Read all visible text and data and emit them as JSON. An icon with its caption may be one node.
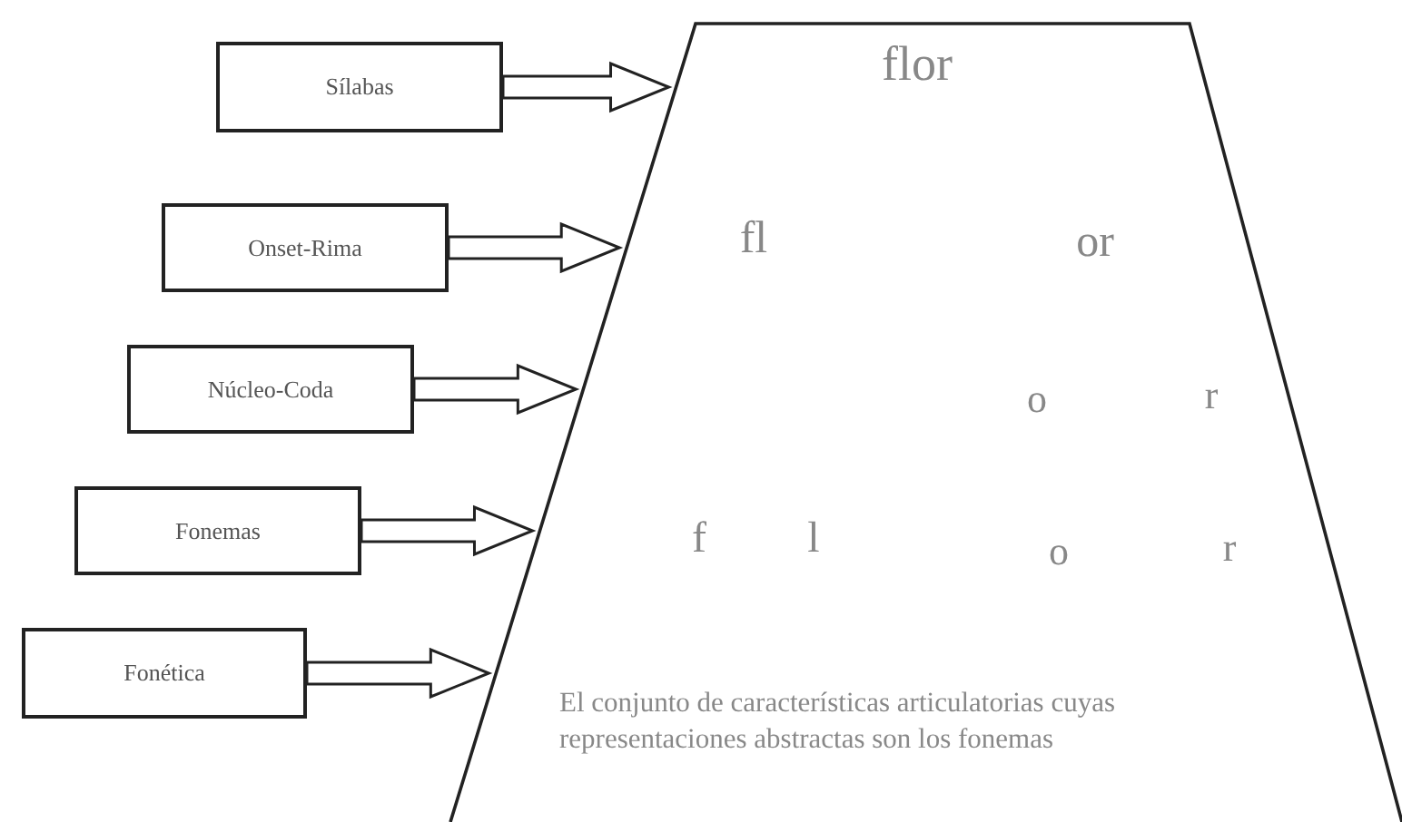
{
  "diagram": {
    "nodes": [
      {
        "text": [
          "Sílabas"
        ]
      },
      {
        "text": [
          "Onset-Rima"
        ]
      },
      {
        "text": [
          "Núcleo-Coda"
        ]
      },
      {
        "text": [
          "Fonemas"
        ]
      },
      {
        "text": [
          "Fonética"
        ]
      },
      {
        "text": [
          "flor",
          "fl",
          "or",
          "o",
          "r",
          "f",
          "l",
          "o",
          "r",
          "El conjunto de características articulatorias cuyas representaciones abstractas son los fonemas"
        ]
      }
    ],
    "edges": [
      {
        "from": 0,
        "to": 5,
        "arrow": "to"
      },
      {
        "from": 1,
        "to": 5,
        "arrow": "to"
      },
      {
        "from": 2,
        "to": 5,
        "arrow": "to"
      },
      {
        "from": 3,
        "to": 5,
        "arrow": "to"
      },
      {
        "from": 4,
        "to": 5,
        "arrow": "to"
      }
    ]
  }
}
